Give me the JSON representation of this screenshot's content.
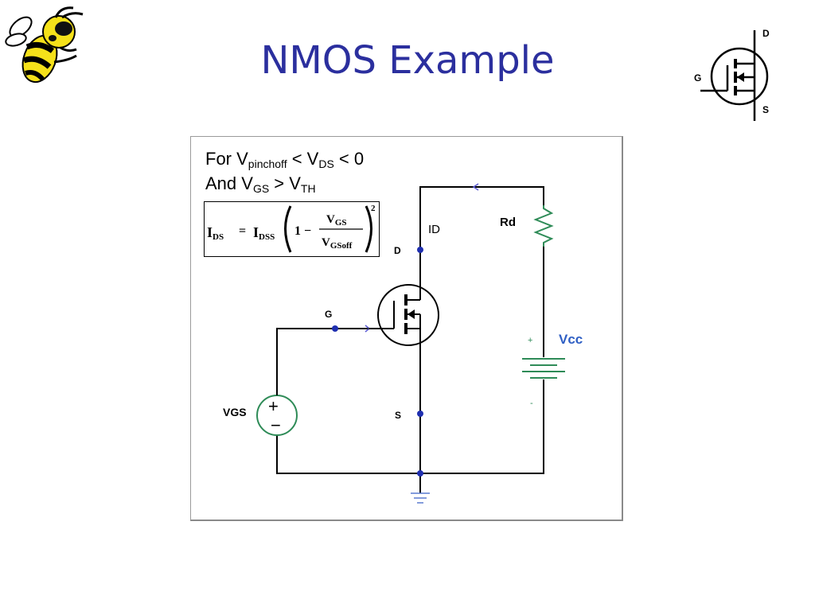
{
  "slide": {
    "title": "NMOS Example"
  },
  "symbol": {
    "d_label": "D",
    "g_label": "G",
    "s_label": "S"
  },
  "condition": {
    "line1_prefix": "For V",
    "line1_sub1": "pinchoff",
    "line1_mid": " < V",
    "line1_sub2": "DS",
    "line1_suffix": " < 0",
    "line2_prefix": "And V",
    "line2_sub1": "GS",
    "line2_mid": " > V",
    "line2_sub2": "TH"
  },
  "formula": {
    "lhs": "I",
    "lhs_sub": "DS",
    "eq": "=",
    "idss": "I",
    "idss_sub": "DSS",
    "one_minus": "1 −",
    "num": "V",
    "num_sub": "GS",
    "den": "V",
    "den_sub": "GSoff",
    "exponent": "2"
  },
  "circuit": {
    "d_label": "D",
    "g_label": "G",
    "s_label": "S",
    "id_label": "ID",
    "rd_label": "Rd",
    "vcc_label": "Vcc",
    "vcc_plus": "+",
    "vcc_minus": "-",
    "vgs_label": "VGS",
    "vgs_plus": "+",
    "vgs_minus": "−"
  },
  "colors": {
    "title": "#2b2f9e",
    "wire": "#000000",
    "component": "#2e8b57",
    "node": "#1f2fb0",
    "vcc_label": "#2f5fc4"
  }
}
